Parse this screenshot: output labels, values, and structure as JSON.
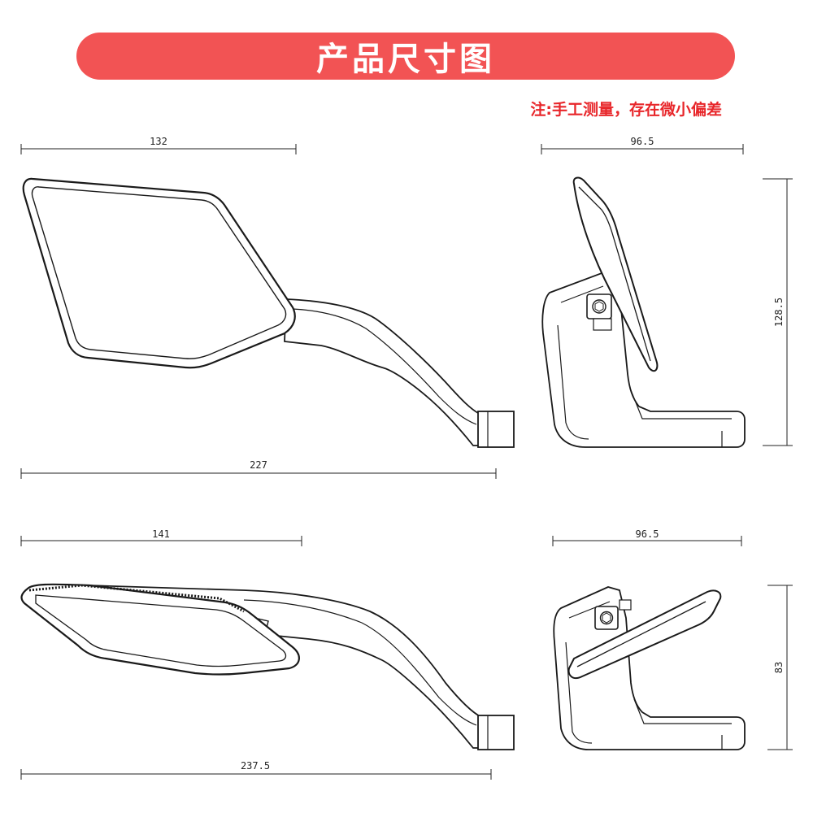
{
  "header": {
    "title": "产品尺寸图",
    "note": "注:手工测量，存在微小偏差"
  },
  "colors": {
    "banner": "#f25354",
    "note_text": "#e8262a",
    "line": "#1a1a1a"
  },
  "views": {
    "top_front": {
      "mirror_width": "132",
      "total_width": "227"
    },
    "top_side": {
      "depth": "96.5",
      "height": "128.5"
    },
    "bottom_front": {
      "mirror_width": "141",
      "total_width": "237.5"
    },
    "bottom_side": {
      "depth": "96.5",
      "height": "83"
    }
  }
}
